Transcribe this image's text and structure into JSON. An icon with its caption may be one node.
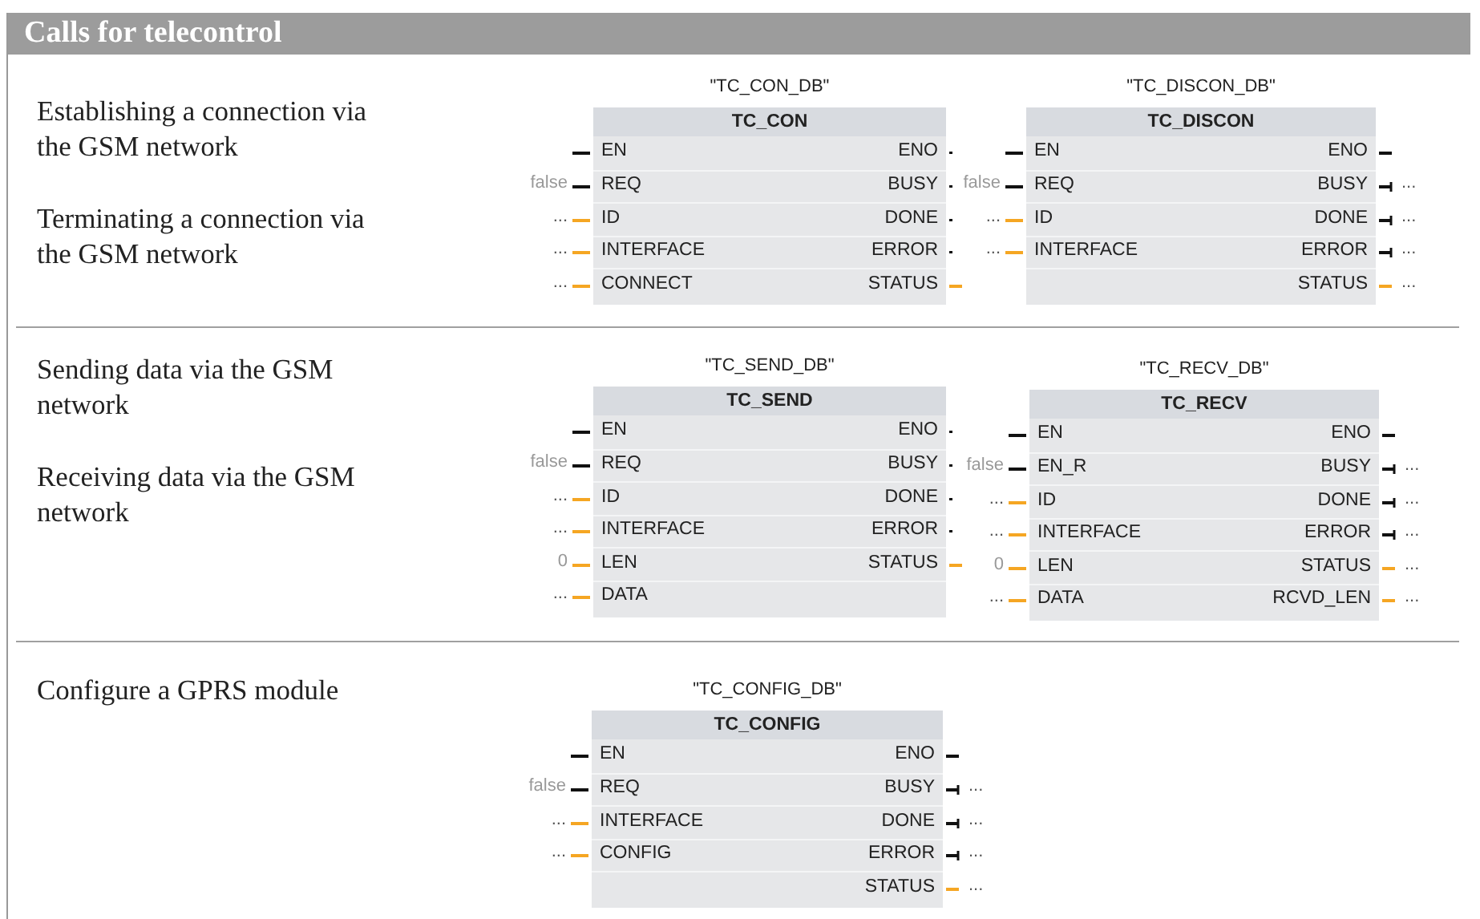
{
  "diagram": {
    "title": "Calls for telecontrol",
    "nodes": [
      {
        "text": [
          "\"TC_CON_DB\"",
          "TC_CON",
          "EN",
          "REQ",
          "ID",
          "INTERFACE",
          "CONNECT",
          "ENO",
          "BUSY",
          "DONE",
          "ERROR",
          "STATUS"
        ],
        "beside": [
          "false",
          "...",
          "...",
          "..."
        ]
      },
      {
        "text": [
          "\"TC_DISCON_DB\"",
          "TC_DISCON",
          "EN",
          "REQ",
          "ID",
          "INTERFACE",
          "ENO",
          "BUSY",
          "DONE",
          "ERROR",
          "STATUS"
        ],
        "beside": [
          "false",
          "...",
          "...",
          "...",
          "...",
          "...",
          "..."
        ]
      },
      {
        "text": [
          "\"TC_SEND_DB\"",
          "TC_SEND",
          "EN",
          "REQ",
          "ID",
          "INTERFACE",
          "LEN",
          "DATA",
          "ENO",
          "BUSY",
          "DONE",
          "ERROR",
          "STATUS"
        ],
        "beside": [
          "false",
          "...",
          "...",
          "0",
          "..."
        ]
      },
      {
        "text": [
          "\"TC_RECV_DB\"",
          "TC_RECV",
          "EN",
          "EN_R",
          "ID",
          "INTERFACE",
          "LEN",
          "DATA",
          "ENO",
          "BUSY",
          "DONE",
          "ERROR",
          "STATUS",
          "RCVD_LEN"
        ],
        "beside": [
          "false",
          "...",
          "...",
          "0",
          "...",
          "...",
          "...",
          "...",
          "...",
          "..."
        ]
      },
      {
        "text": [
          "\"TC_CONFIG_DB\"",
          "TC_CONFIG",
          "EN",
          "REQ",
          "INTERFACE",
          "CONFIG",
          "ENO",
          "BUSY",
          "DONE",
          "ERROR",
          "STATUS"
        ],
        "beside": [
          "false",
          "...",
          "...",
          "...",
          "...",
          "...",
          "..."
        ]
      }
    ],
    "labels": [
      "Establishing a connection via the GSM network",
      "Terminating a connection via the GSM network",
      "Sending data via the GSM network",
      "Receiving data via the GSM network",
      "Configure a GPRS module"
    ]
  }
}
